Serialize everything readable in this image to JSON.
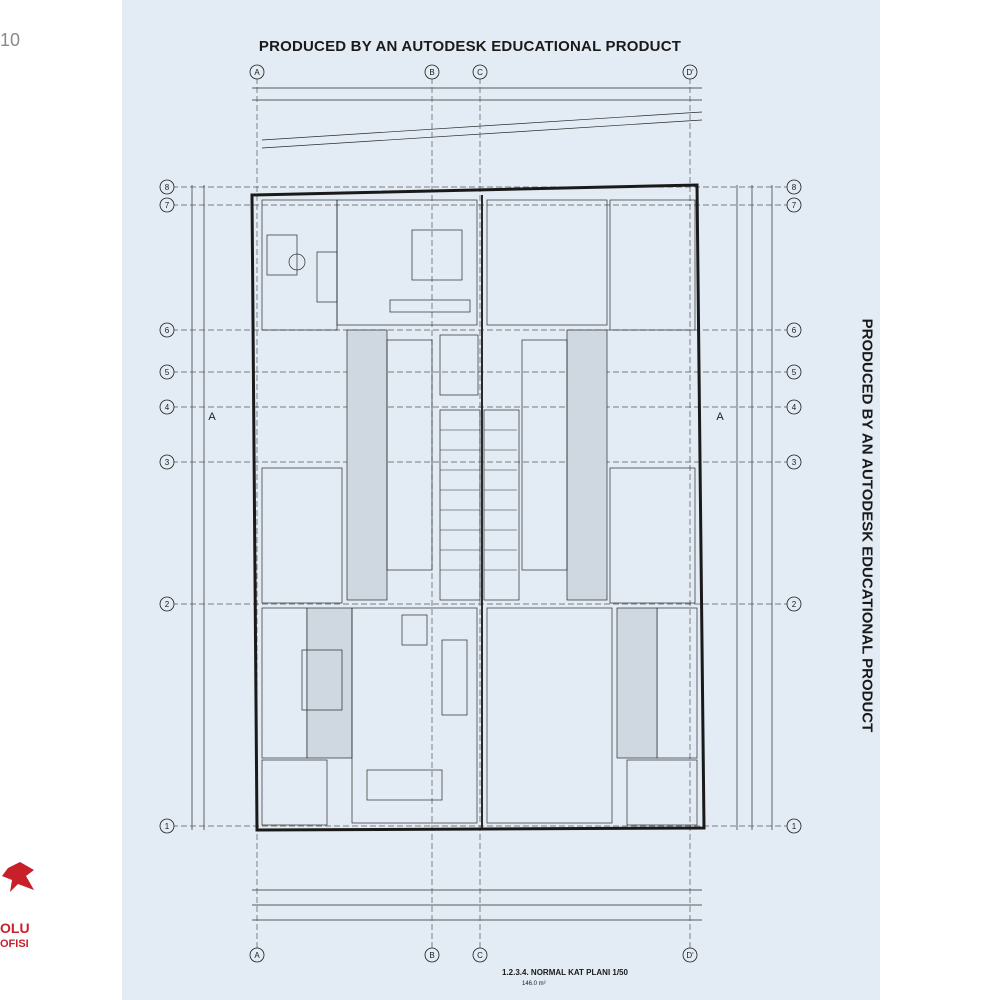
{
  "page_number": "10",
  "logo": {
    "lines": [
      "OLU",
      "OFISI"
    ],
    "color": "#c8202a"
  },
  "sheet": {
    "background": "#e3ecf4",
    "watermark": "PRODUCED BY AN AUTODESK EDUCATIONAL PRODUCT",
    "plan_title": "1.2.3.4. NORMAL KAT PLANI 1/50",
    "plan_subtitle": "146.0 m²",
    "grid_columns_top": [
      "A",
      "B",
      "C",
      "D'"
    ],
    "grid_rows": [
      "8",
      "7",
      "6",
      "5",
      "4",
      "3",
      "2",
      "1"
    ],
    "section_mark": "A"
  }
}
